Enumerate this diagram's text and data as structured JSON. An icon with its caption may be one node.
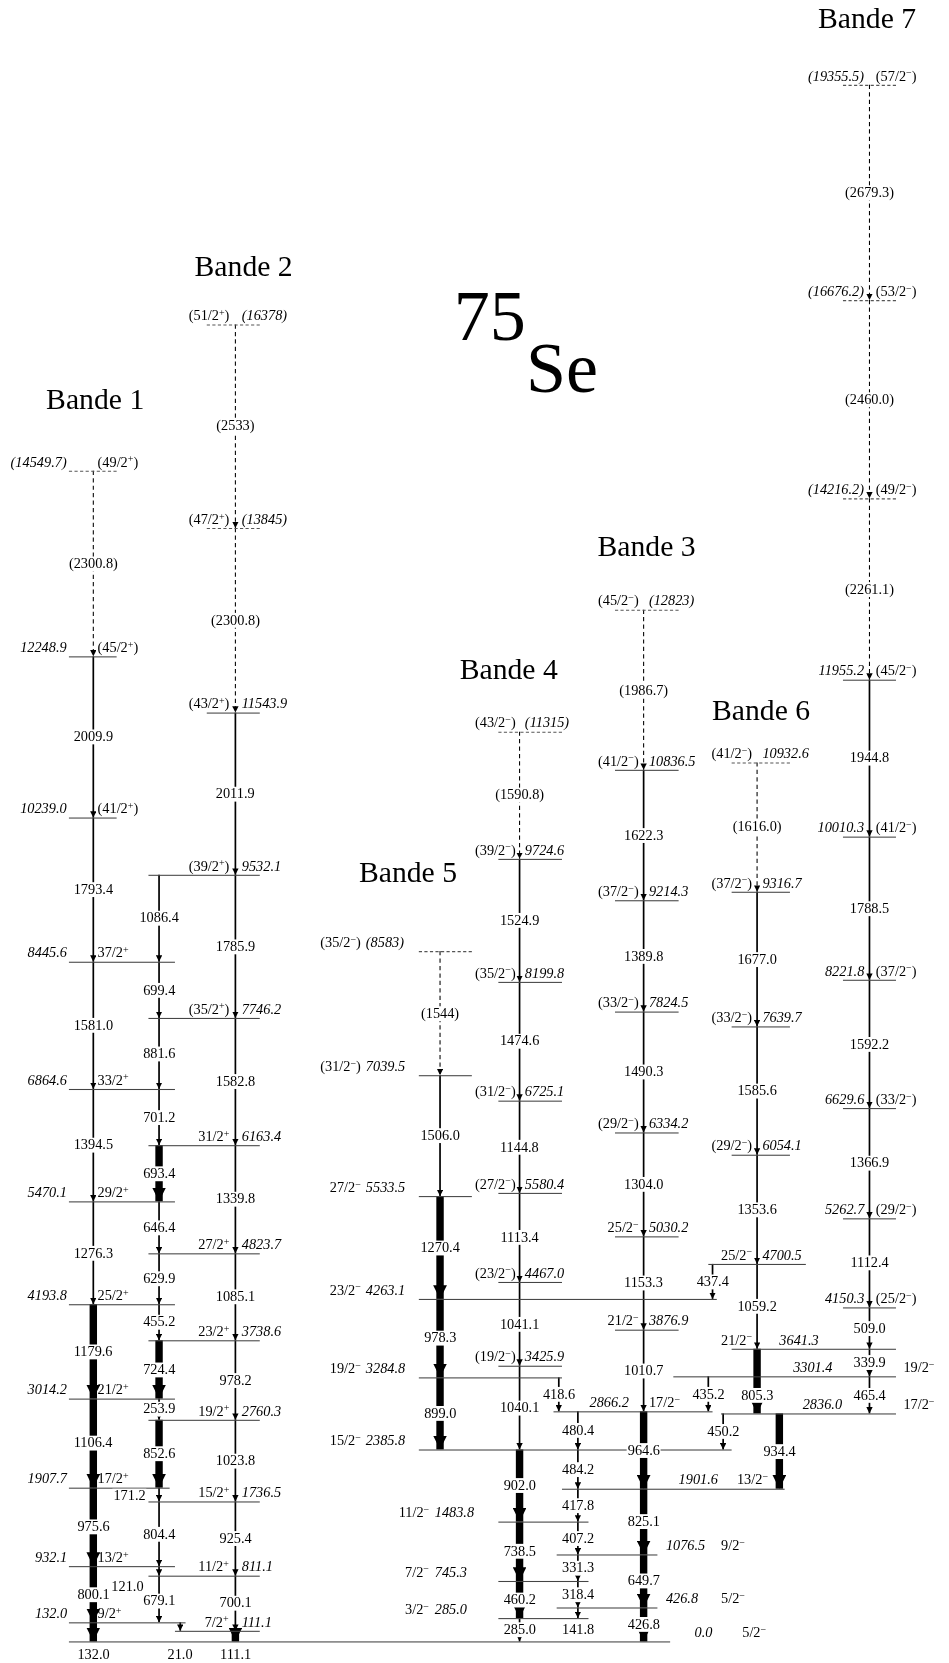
{
  "diagram": {
    "title": "$^{75}$Se",
    "nodes": [
      {
        "text": [
          "0.0",
          "5/2$^{−}$"
        ]
      },
      {
        "text": [
          "132.0",
          "9/2$^{+}$"
        ]
      },
      {
        "text": [
          "932.1",
          "13/2$^{+}$"
        ]
      },
      {
        "text": [
          "1907.7",
          "17/2$^{+}$"
        ]
      },
      {
        "text": [
          "3014.2",
          "21/2$^{+}$"
        ]
      },
      {
        "text": [
          "4193.8",
          "25/2$^{+}$"
        ]
      },
      {
        "text": [
          "5470.1",
          "29/2$^{+}$"
        ]
      },
      {
        "text": [
          "6864.6",
          "33/2$^{+}$"
        ]
      },
      {
        "text": [
          "8445.6",
          "37/2$^{+}$"
        ]
      },
      {
        "text": [
          "10239.0",
          "(41/2$^{+}$)"
        ]
      },
      {
        "text": [
          "12248.9",
          "(45/2$^{+}$)"
        ]
      },
      {
        "text": [
          "(14549.7)",
          "(49/2$^{+}$)"
        ]
      },
      {
        "text": [
          "7/2$^{+}$",
          "111.1"
        ]
      },
      {
        "text": [
          "11/2$^{+}$",
          "811.1"
        ]
      },
      {
        "text": [
          "15/2$^{+}$",
          "1736.5"
        ]
      },
      {
        "text": [
          "19/2$^{+}$",
          "2760.3"
        ]
      },
      {
        "text": [
          "23/2$^{+}$",
          "3738.6"
        ]
      },
      {
        "text": [
          "27/2$^{+}$",
          "4823.7"
        ]
      },
      {
        "text": [
          "31/2$^{+}$",
          "6163.4"
        ]
      },
      {
        "text": [
          "(35/2$^{+}$)",
          "7746.2"
        ]
      },
      {
        "text": [
          "(39/2$^{+}$)",
          "9532.1"
        ]
      },
      {
        "text": [
          "(43/2$^{+}$)",
          "11543.9"
        ]
      },
      {
        "text": [
          "(47/2$^{+}$)",
          "(13845)"
        ]
      },
      {
        "text": [
          "(51/2$^{+}$)",
          "(16378)"
        ]
      },
      {
        "text": [
          "426.8",
          "5/2$^{−}$"
        ]
      },
      {
        "text": [
          "1076.5",
          "9/2$^{−}$"
        ]
      },
      {
        "text": [
          "1901.6",
          "13/2$^{−}$"
        ]
      },
      {
        "text": [
          "2866.2",
          "17/2$^{−}$"
        ]
      },
      {
        "text": [
          "21/2$^{−}$",
          "3876.9"
        ]
      },
      {
        "text": [
          "25/2$^{−}$",
          "5030.2"
        ]
      },
      {
        "text": [
          "(29/2$^{−}$)",
          "6334.2"
        ]
      },
      {
        "text": [
          "(33/2$^{−}$)",
          "7824.5"
        ]
      },
      {
        "text": [
          "(37/2$^{−}$)",
          "9214.3"
        ]
      },
      {
        "text": [
          "(41/2$^{−}$)",
          "10836.5"
        ]
      },
      {
        "text": [
          "(45/2$^{−}$)",
          "(12823)"
        ]
      },
      {
        "text": [
          "3/2$^{−}$",
          "285.0"
        ]
      },
      {
        "text": [
          "7/2$^{−}$",
          "745.3"
        ]
      },
      {
        "text": [
          "11/2$^{−}$",
          "1483.8"
        ]
      },
      {
        "text": [
          "(19/2$^{−}$)",
          "3425.9"
        ]
      },
      {
        "text": [
          "(23/2$^{−}$)",
          "4467.0"
        ]
      },
      {
        "text": [
          "(27/2$^{−}$)",
          "5580.4"
        ]
      },
      {
        "text": [
          "(31/2$^{−}$)",
          "6725.1"
        ]
      },
      {
        "text": [
          "(35/2$^{−}$)",
          "8199.8"
        ]
      },
      {
        "text": [
          "(39/2$^{−}$)",
          "9724.6"
        ]
      },
      {
        "text": [
          "(43/2$^{−}$)",
          "(11315)"
        ]
      },
      {
        "text": [
          "15/2$^{−}$",
          "2385.8"
        ]
      },
      {
        "text": [
          "19/2$^{−}$",
          "3284.8"
        ]
      },
      {
        "text": [
          "23/2$^{−}$",
          "4263.1"
        ]
      },
      {
        "text": [
          "27/2$^{−}$",
          "5533.5"
        ]
      },
      {
        "text": [
          "(31/2$^{−}$)",
          "7039.5"
        ]
      },
      {
        "text": [
          "(35/2$^{−}$)",
          "(8583)"
        ]
      },
      {
        "text": [
          "2836.0",
          "17/2$^{−}$"
        ]
      },
      {
        "text": [
          "3301.4",
          "19/2$^{−}$"
        ]
      },
      {
        "text": [
          "21/2$^{−}$",
          "3641.3"
        ]
      },
      {
        "text": [
          "25/2$^{−}$",
          "4700.5"
        ]
      },
      {
        "text": [
          "(29/2$^{−}$)",
          "6054.1"
        ]
      },
      {
        "text": [
          "(33/2$^{−}$)",
          "7639.7"
        ]
      },
      {
        "text": [
          "(37/2$^{−}$)",
          "9316.7"
        ]
      },
      {
        "text": [
          "(41/2$^{−}$)",
          "10932.6"
        ]
      },
      {
        "text": [
          "4150.3",
          "(25/2$^{−}$)"
        ]
      },
      {
        "text": [
          "5262.7",
          "(29/2$^{−}$)"
        ]
      },
      {
        "text": [
          "6629.6",
          "(33/2$^{−}$)"
        ]
      },
      {
        "text": [
          "8221.8",
          "(37/2$^{−}$)"
        ]
      },
      {
        "text": [
          "10010.3",
          "(41/2$^{−}$)"
        ]
      },
      {
        "text": [
          "11955.2",
          "(45/2$^{−}$)"
        ]
      },
      {
        "text": [
          "(14216.2)",
          "(49/2$^{−}$)"
        ]
      },
      {
        "text": [
          "(16676.2)",
          "(53/2$^{−}$)"
        ]
      },
      {
        "text": [
          "(19355.5)",
          "(57/2$^{−}$)"
        ]
      }
    ],
    "edges": [
      {
        "from": 1,
        "to": 0,
        "arrow": "to",
        "label": "132.0",
        "style": "thick"
      },
      {
        "from": 2,
        "to": 1,
        "arrow": "to",
        "label": "800.1",
        "style": "thick"
      },
      {
        "from": 3,
        "to": 2,
        "arrow": "to",
        "label": "975.6",
        "style": "thick"
      },
      {
        "from": 4,
        "to": 3,
        "arrow": "to",
        "label": "1106.4",
        "style": "thick"
      },
      {
        "from": 5,
        "to": 4,
        "arrow": "to",
        "label": "1179.6",
        "style": "thick"
      },
      {
        "from": 6,
        "to": 5,
        "arrow": "to",
        "label": "1276.3"
      },
      {
        "from": 7,
        "to": 6,
        "arrow": "to",
        "label": "1394.5"
      },
      {
        "from": 8,
        "to": 7,
        "arrow": "to",
        "label": "1581.0"
      },
      {
        "from": 9,
        "to": 8,
        "arrow": "to",
        "label": "1793.4"
      },
      {
        "from": 10,
        "to": 9,
        "arrow": "to",
        "label": "2009.9"
      },
      {
        "from": 11,
        "to": 10,
        "arrow": "to",
        "label": "(2300.8)",
        "style": "dashed"
      },
      {
        "from": 12,
        "to": 0,
        "arrow": "to",
        "label": "111.1",
        "style": "thick"
      },
      {
        "from": 13,
        "to": 12,
        "arrow": "to",
        "label": "700.1"
      },
      {
        "from": 14,
        "to": 13,
        "arrow": "to",
        "label": "925.4"
      },
      {
        "from": 15,
        "to": 14,
        "arrow": "to",
        "label": "1023.8"
      },
      {
        "from": 16,
        "to": 15,
        "arrow": "to",
        "label": "978.2"
      },
      {
        "from": 17,
        "to": 16,
        "arrow": "to",
        "label": "1085.1"
      },
      {
        "from": 18,
        "to": 17,
        "arrow": "to",
        "label": "1339.8"
      },
      {
        "from": 19,
        "to": 18,
        "arrow": "to",
        "label": "1582.8"
      },
      {
        "from": 20,
        "to": 19,
        "arrow": "to",
        "label": "1785.9"
      },
      {
        "from": 21,
        "to": 20,
        "arrow": "to",
        "label": "2011.9"
      },
      {
        "from": 22,
        "to": 21,
        "arrow": "to",
        "label": "(2300.8)",
        "style": "dashed"
      },
      {
        "from": 23,
        "to": 22,
        "arrow": "to",
        "label": "(2533)",
        "style": "dashed"
      },
      {
        "from": 1,
        "to": 12,
        "arrow": "to",
        "label": "21.0"
      },
      {
        "from": 13,
        "to": 1,
        "arrow": "to",
        "label": "679.1"
      },
      {
        "from": 2,
        "to": 13,
        "arrow": "to",
        "label": "121.0"
      },
      {
        "from": 14,
        "to": 2,
        "arrow": "to",
        "label": "804.4"
      },
      {
        "from": 3,
        "to": 14,
        "arrow": "to",
        "label": "171.2"
      },
      {
        "from": 15,
        "to": 3,
        "arrow": "to",
        "label": "852.6",
        "style": "thick"
      },
      {
        "from": 4,
        "to": 15,
        "arrow": "to",
        "label": "253.9"
      },
      {
        "from": 16,
        "to": 4,
        "arrow": "to",
        "label": "724.4",
        "style": "thick"
      },
      {
        "from": 5,
        "to": 16,
        "arrow": "to",
        "label": "455.2"
      },
      {
        "from": 17,
        "to": 5,
        "arrow": "to",
        "label": "629.9"
      },
      {
        "from": 6,
        "to": 17,
        "arrow": "to",
        "label": "646.4"
      },
      {
        "from": 18,
        "to": 6,
        "arrow": "to",
        "label": "693.4",
        "style": "thick"
      },
      {
        "from": 7,
        "to": 18,
        "arrow": "to",
        "label": "701.2"
      },
      {
        "from": 19,
        "to": 7,
        "arrow": "to",
        "label": "881.6"
      },
      {
        "from": 8,
        "to": 19,
        "arrow": "to",
        "label": "699.4"
      },
      {
        "from": 20,
        "to": 8,
        "arrow": "to",
        "label": "1086.4"
      },
      {
        "from": 46,
        "to": 45,
        "arrow": "to",
        "label": "899.0",
        "style": "thick"
      },
      {
        "from": 47,
        "to": 46,
        "arrow": "to",
        "label": "978.3",
        "style": "thick"
      },
      {
        "from": 48,
        "to": 47,
        "arrow": "to",
        "label": "1270.4",
        "style": "thick"
      },
      {
        "from": 49,
        "to": 48,
        "arrow": "to",
        "label": "1506.0"
      },
      {
        "from": 50,
        "to": 49,
        "arrow": "to",
        "label": "(1544)",
        "style": "dashed"
      },
      {
        "from": 35,
        "to": 0,
        "arrow": "to",
        "label": "285.0"
      },
      {
        "from": 36,
        "to": 35,
        "arrow": "to",
        "label": "460.2",
        "style": "thick"
      },
      {
        "from": 37,
        "to": 36,
        "arrow": "to",
        "label": "738.5",
        "style": "thick"
      },
      {
        "from": 45,
        "to": 37,
        "arrow": "to",
        "label": "902.0",
        "style": "thick"
      },
      {
        "from": 38,
        "to": 45,
        "arrow": "to",
        "label": "1040.1"
      },
      {
        "from": 39,
        "to": 38,
        "arrow": "to",
        "label": "1041.1"
      },
      {
        "from": 40,
        "to": 39,
        "arrow": "to",
        "label": "1113.4"
      },
      {
        "from": 41,
        "to": 40,
        "arrow": "to",
        "label": "1144.8"
      },
      {
        "from": 42,
        "to": 41,
        "arrow": "to",
        "label": "1474.6"
      },
      {
        "from": 43,
        "to": 42,
        "arrow": "to",
        "label": "1524.9"
      },
      {
        "from": 44,
        "to": 43,
        "arrow": "to",
        "label": "(1590.8)",
        "style": "dashed"
      },
      {
        "from": 46,
        "to": 27,
        "arrow": "to",
        "label": "418.6"
      },
      {
        "from": 27,
        "to": 45,
        "arrow": "to",
        "label": "480.4"
      },
      {
        "from": 45,
        "to": 26,
        "arrow": "to",
        "label": "484.2"
      },
      {
        "from": 26,
        "to": 37,
        "arrow": "to",
        "label": "417.8"
      },
      {
        "from": 37,
        "to": 25,
        "arrow": "to",
        "label": "407.2"
      },
      {
        "from": 25,
        "to": 36,
        "arrow": "to",
        "label": "331.3"
      },
      {
        "from": 36,
        "to": 24,
        "arrow": "to",
        "label": "318.4"
      },
      {
        "from": 24,
        "to": 35,
        "arrow": "to",
        "label": "141.8"
      },
      {
        "from": 24,
        "to": 0,
        "arrow": "to",
        "label": "426.8",
        "style": "thick"
      },
      {
        "from": 25,
        "to": 24,
        "arrow": "to",
        "label": "649.7",
        "style": "thick"
      },
      {
        "from": 26,
        "to": 25,
        "arrow": "to",
        "label": "825.1",
        "style": "thick"
      },
      {
        "from": 27,
        "to": 26,
        "arrow": "to",
        "label": "964.6",
        "style": "thick"
      },
      {
        "from": 28,
        "to": 27,
        "arrow": "to",
        "label": "1010.7"
      },
      {
        "from": 29,
        "to": 28,
        "arrow": "to",
        "label": "1153.3"
      },
      {
        "from": 30,
        "to": 29,
        "arrow": "to",
        "label": "1304.0"
      },
      {
        "from": 31,
        "to": 30,
        "arrow": "to",
        "label": "1490.3"
      },
      {
        "from": 32,
        "to": 31,
        "arrow": "to",
        "label": "1389.8"
      },
      {
        "from": 33,
        "to": 32,
        "arrow": "to",
        "label": "1622.3"
      },
      {
        "from": 34,
        "to": 33,
        "arrow": "to",
        "label": "(1986.7)",
        "style": "dashed"
      },
      {
        "from": 54,
        "to": 47,
        "arrow": "to",
        "label": "437.4"
      },
      {
        "from": 52,
        "to": 27,
        "arrow": "to",
        "label": "435.2"
      },
      {
        "from": 51,
        "to": 45,
        "arrow": "to",
        "label": "450.2"
      },
      {
        "from": 51,
        "to": 26,
        "arrow": "to",
        "label": "934.4",
        "style": "thick"
      },
      {
        "from": 53,
        "to": 51,
        "arrow": "to",
        "label": "805.3",
        "style": "thick"
      },
      {
        "from": 54,
        "to": 53,
        "arrow": "to",
        "label": "1059.2"
      },
      {
        "from": 55,
        "to": 54,
        "arrow": "to",
        "label": "1353.6"
      },
      {
        "from": 56,
        "to": 55,
        "arrow": "to",
        "label": "1585.6"
      },
      {
        "from": 57,
        "to": 56,
        "arrow": "to",
        "label": "1677.0"
      },
      {
        "from": 58,
        "to": 57,
        "arrow": "to",
        "label": "(1616.0)",
        "style": "dashed"
      },
      {
        "from": 59,
        "to": 53,
        "arrow": "to",
        "label": "509.0"
      },
      {
        "from": 53,
        "to": 52,
        "arrow": "to",
        "label": "339.9"
      },
      {
        "from": 52,
        "to": 51,
        "arrow": "to",
        "label": "465.4"
      },
      {
        "from": 60,
        "to": 59,
        "arrow": "to",
        "label": "1112.4"
      },
      {
        "from": 61,
        "to": 60,
        "arrow": "to",
        "label": "1366.9"
      },
      {
        "from": 62,
        "to": 61,
        "arrow": "to",
        "label": "1592.2"
      },
      {
        "from": 63,
        "to": 62,
        "arrow": "to",
        "label": "1788.5"
      },
      {
        "from": 64,
        "to": 63,
        "arrow": "to",
        "label": "1944.8"
      },
      {
        "from": 65,
        "to": 64,
        "arrow": "to",
        "label": "(2261.1)",
        "style": "dashed"
      },
      {
        "from": 66,
        "to": 65,
        "arrow": "to",
        "label": "(2460.0)",
        "style": "dashed"
      },
      {
        "from": 67,
        "to": 66,
        "arrow": "to",
        "label": "(2679.3)",
        "style": "dashed"
      }
    ],
    "labels": [
      "Bande 7",
      "Bande 2",
      "Bande 1",
      "Bande 3",
      "Bande 4",
      "Bande 6",
      "Bande 5"
    ]
  }
}
